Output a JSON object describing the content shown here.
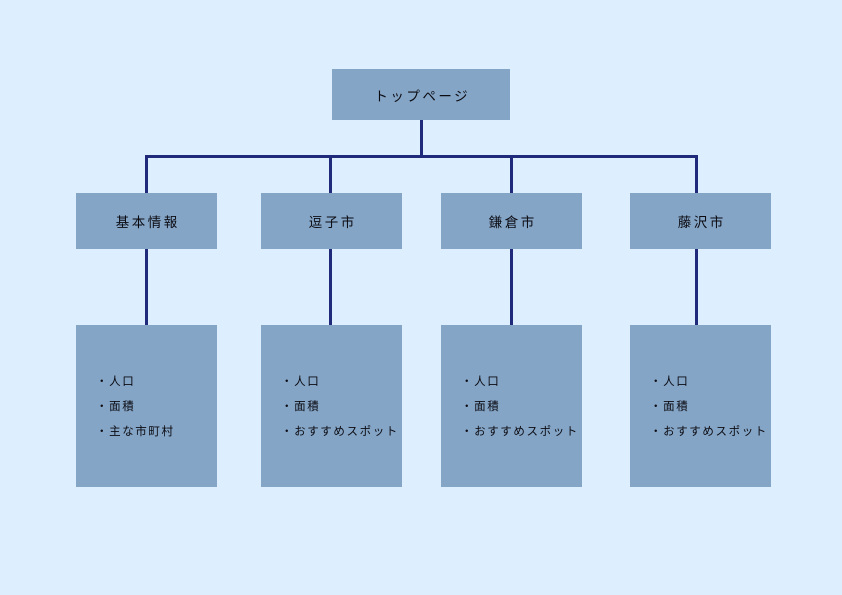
{
  "diagram": {
    "background_color": "#ddeffe",
    "node_fill_color": "#85a5c6",
    "line_color": "#1f2a7a",
    "text_color": "#0b0b12",
    "root": {
      "label": "トップページ"
    },
    "categories": [
      {
        "label": "基本情報"
      },
      {
        "label": "逗子市"
      },
      {
        "label": "鎌倉市"
      },
      {
        "label": "藤沢市"
      }
    ],
    "details": [
      {
        "items": [
          "・人口",
          "・面積",
          "・主な市町村"
        ]
      },
      {
        "items": [
          "・人口",
          "・面積",
          "・おすすめスポット"
        ]
      },
      {
        "items": [
          "・人口",
          "・面積",
          "・おすすめスポット"
        ]
      },
      {
        "items": [
          "・人口",
          "・面積",
          "・おすすめスポット"
        ]
      }
    ]
  }
}
